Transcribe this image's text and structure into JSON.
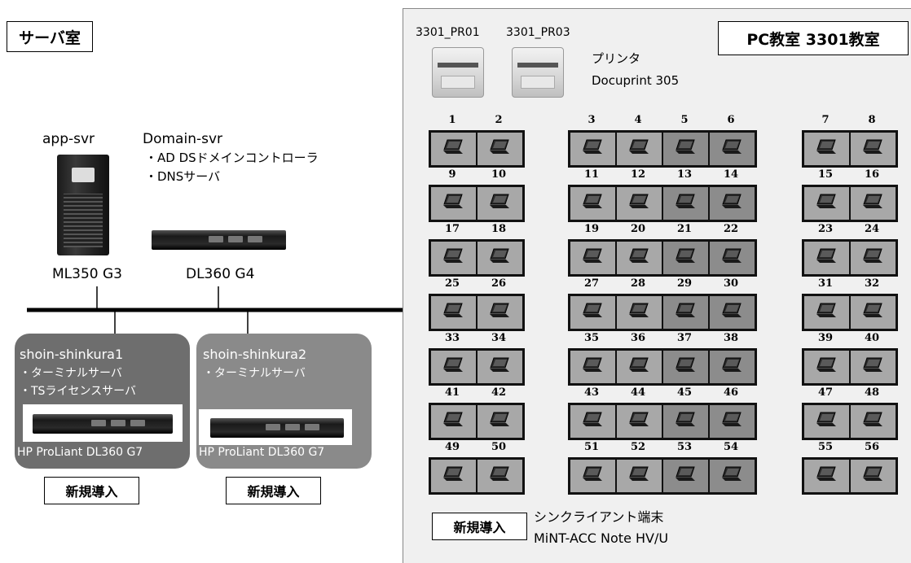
{
  "server_room": {
    "title": "サーバ室"
  },
  "servers": {
    "app": {
      "name": "app-svr",
      "model": "ML350 G3"
    },
    "domain": {
      "name": "Domain-svr",
      "role1": "・AD DSドメインコントローラ",
      "role2": "・DNSサーバ",
      "model": "DL360 G4"
    },
    "shinkura1": {
      "name": "shoin-shinkura1",
      "role1": "・ターミナルサーバ",
      "role2": "・TSライセンスサーバ",
      "model": "HP ProLiant DL360 G7",
      "badge": "新規導入"
    },
    "shinkura2": {
      "name": "shoin-shinkura2",
      "role1": "・ターミナルサーバ",
      "model": "HP ProLiant DL360 G7",
      "badge": "新規導入"
    }
  },
  "classroom": {
    "title": "PC教室  3301教室",
    "printer1_label": "3301_PR01",
    "printer2_label": "3301_PR03",
    "printer_caption1": "プリンタ",
    "printer_caption2": "Docuprint 305",
    "badge": "新規導入",
    "client_line1": "シンクライアント端末",
    "client_line2": "MiNT-ACC Note HV/U",
    "rows": [
      [
        [
          "1",
          "2"
        ],
        [
          "3",
          "4",
          "5",
          "6"
        ],
        [
          "7",
          "8"
        ]
      ],
      [
        [
          "9",
          "10"
        ],
        [
          "11",
          "12",
          "13",
          "14"
        ],
        [
          "15",
          "16"
        ]
      ],
      [
        [
          "17",
          "18"
        ],
        [
          "19",
          "20",
          "21",
          "22"
        ],
        [
          "23",
          "24"
        ]
      ],
      [
        [
          "25",
          "26"
        ],
        [
          "27",
          "28",
          "29",
          "30"
        ],
        [
          "31",
          "32"
        ]
      ],
      [
        [
          "33",
          "34"
        ],
        [
          "35",
          "36",
          "37",
          "38"
        ],
        [
          "39",
          "40"
        ]
      ],
      [
        [
          "41",
          "42"
        ],
        [
          "43",
          "44",
          "45",
          "46"
        ],
        [
          "47",
          "48"
        ]
      ],
      [
        [
          "49",
          "50"
        ],
        [
          "51",
          "52",
          "53",
          "54"
        ],
        [
          "55",
          "56"
        ]
      ]
    ]
  },
  "colors": {
    "panel_bg": "#f0f0f0",
    "shinkura1_bg": "#6e6e6e",
    "shinkura2_bg": "#8a8a8a",
    "desk_light": "#a8a8a8",
    "desk_dark": "#8c8c8c"
  }
}
